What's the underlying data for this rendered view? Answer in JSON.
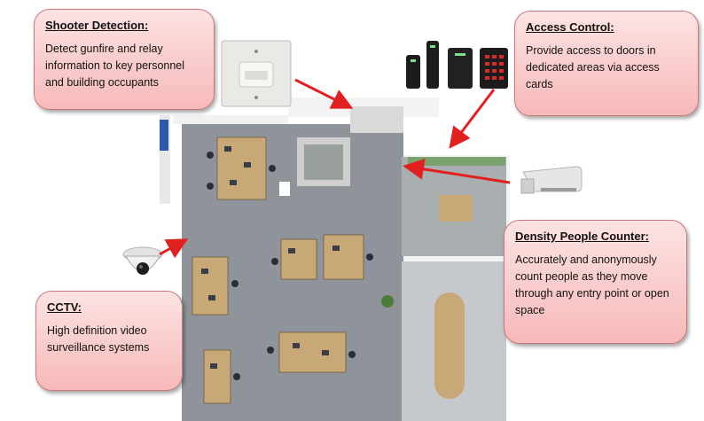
{
  "callouts": {
    "shooter": {
      "title": "Shooter Detection:",
      "body": "Detect gunfire and relay information to key personnel and building occupants"
    },
    "access": {
      "title": "Access Control:",
      "body": "Provide access to doors in dedicated areas via access cards"
    },
    "density": {
      "title": "Density People Counter:",
      "body": "Accurately and anonymously count people as they move through any entry point or open space"
    },
    "cctv": {
      "title": "CCTV:",
      "body": "High definition video surveillance systems"
    }
  },
  "colors": {
    "callout_top": "#fde3e3",
    "callout_bottom": "#f7b9b9",
    "arrow": "#e32020",
    "floor": "#8f949b",
    "desk": "#c9a877",
    "wall": "#f1f1f1"
  },
  "devices": [
    "shooter-sensor-device",
    "access-card-readers",
    "people-counter-sensor",
    "dome-camera"
  ]
}
